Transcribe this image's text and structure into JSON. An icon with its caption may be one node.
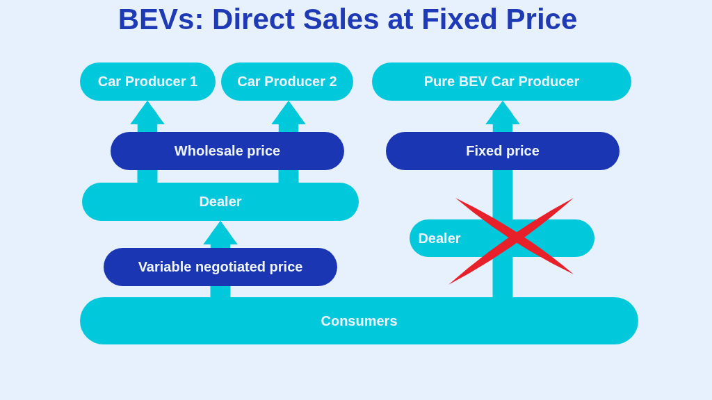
{
  "diagram": {
    "title": "BEVs: Direct Sales at Fixed Price",
    "nodes": [
      {
        "text": [
          "Car Producer 1"
        ]
      },
      {
        "text": [
          "Car Producer 2"
        ]
      },
      {
        "text": [
          "Pure BEV Car Producer"
        ]
      },
      {
        "text": [
          "Wholesale price"
        ]
      },
      {
        "text": [
          "Fixed price"
        ]
      },
      {
        "text": [
          "Dealer"
        ]
      },
      {
        "text": [
          "Dealer"
        ]
      },
      {
        "text": [
          "Variable negotiated price"
        ]
      },
      {
        "text": [
          "Consumers"
        ]
      }
    ],
    "edges": [
      {
        "from": 5,
        "to": 3,
        "arrow": "none"
      },
      {
        "from": 3,
        "to": 0,
        "arrow": "to"
      },
      {
        "from": 5,
        "to": 3,
        "arrow": "none"
      },
      {
        "from": 3,
        "to": 1,
        "arrow": "to"
      },
      {
        "from": 8,
        "to": 7,
        "arrow": "none"
      },
      {
        "from": 7,
        "to": 5,
        "arrow": "to"
      },
      {
        "from": 8,
        "to": 6,
        "arrow": "none"
      },
      {
        "from": 6,
        "to": 4,
        "arrow": "none"
      },
      {
        "from": 4,
        "to": 2,
        "arrow": "to"
      }
    ]
  }
}
